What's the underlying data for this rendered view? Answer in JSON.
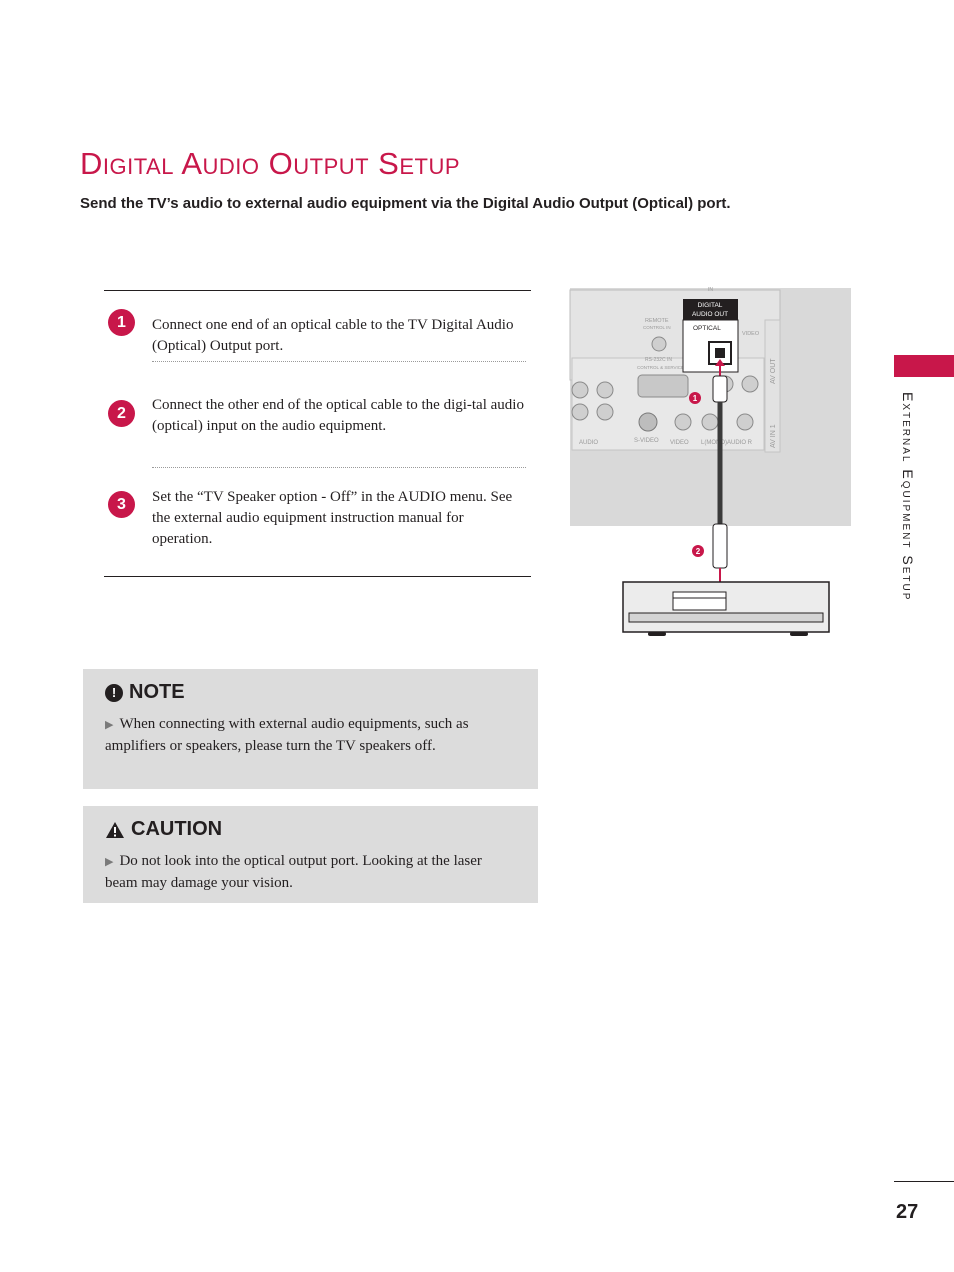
{
  "page": {
    "title": "Digital Audio Output Setup",
    "subtitle": "Send the TV’s audio to external audio equipment via the Digital Audio Output (Optical) port.",
    "side_label": "External Equipment Setup",
    "page_number": "27"
  },
  "steps": [
    {
      "number": "1",
      "text": "Connect one end of an optical cable to the TV Digital Audio (Optical) Output port."
    },
    {
      "number": "2",
      "text": "Connect the other end of the optical cable to the digi-tal audio (optical) input on the audio equipment."
    },
    {
      "number": "3",
      "text": "Set the “TV Speaker option - Off” in the AUDIO menu. See the external audio equipment instruction manual for operation."
    }
  ],
  "note": {
    "heading": "NOTE",
    "icon": "exclamation-circle-icon",
    "bullet": "When connecting with external audio equipments, such as amplifiers or speakers, please turn the TV speakers off."
  },
  "caution": {
    "heading": "CAUTION",
    "icon": "warning-triangle-icon",
    "bullet": "Do not look into the optical output port. Looking at the laser beam may damage your vision."
  },
  "diagram": {
    "port_header_1": "DIGITAL",
    "port_header_2": "AUDIO OUT",
    "port_label": "OPTICAL",
    "labels": {
      "in": "IN",
      "remote": "REMOTE",
      "control_in": "CONTROL IN",
      "rs232": "RS-232C IN",
      "control_service": "CONTROL & SERVICE",
      "video_top": "VIDEO",
      "av_out": "AV OUT",
      "av_in": "AV IN 1",
      "svideo": "S-VIDEO",
      "video": "VIDEO",
      "audio": "AUDIO",
      "l_mono": "L(MONO)",
      "r": "R",
      "l": "L",
      "audio_r": "AUDIO  R"
    },
    "marker_1": "1",
    "marker_2": "2"
  },
  "colors": {
    "accent": "#c8174a",
    "panel_gray": "#dcdcdc"
  }
}
